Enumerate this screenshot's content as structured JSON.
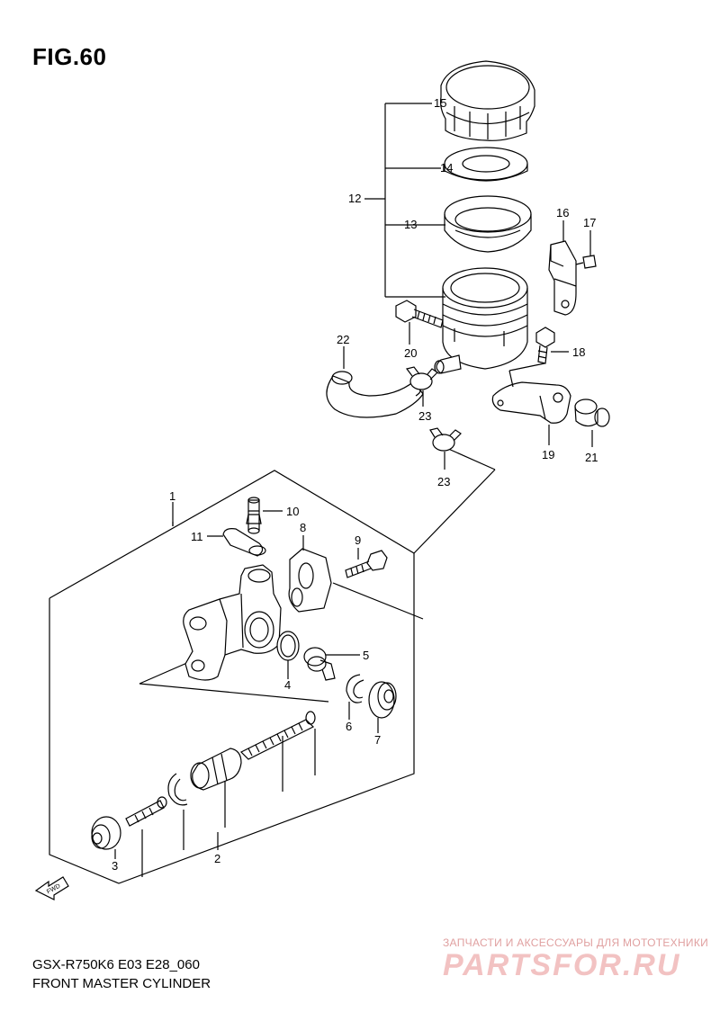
{
  "figure": {
    "title": "FIG.60",
    "model_code": "GSX-R750K6 E03 E28_060",
    "caption": "FRONT MASTER CYLINDER"
  },
  "callouts": {
    "c1": "1",
    "c2": "2",
    "c3": "3",
    "c4": "4",
    "c5": "5",
    "c6": "6",
    "c7": "7",
    "c8": "8",
    "c9": "9",
    "c10": "10",
    "c11": "11",
    "c12": "12",
    "c13": "13",
    "c14": "14",
    "c15": "15",
    "c16": "16",
    "c17": "17",
    "c18": "18",
    "c19": "19",
    "c20": "20",
    "c21": "21",
    "c22": "22",
    "c23a": "23",
    "c23b": "23"
  },
  "fwd_label": "FWD",
  "watermark": {
    "tagline": "ЗАПЧАСТИ И АКСЕССУАРЫ ДЛЯ МОТОТЕХНИКИ",
    "logo": "PARTSFOR.RU"
  }
}
